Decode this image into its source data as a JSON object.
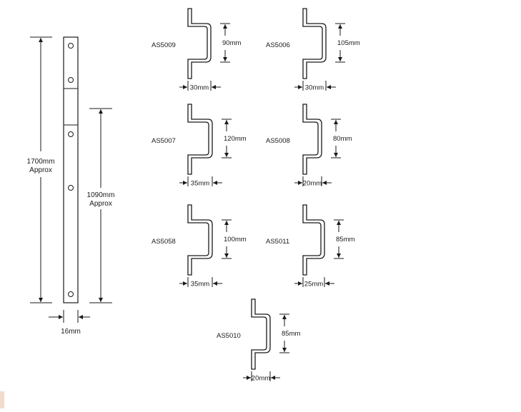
{
  "bar": {
    "total_length_text": [
      "1700mm",
      "Approx"
    ],
    "keeper_length_text": [
      "1090mm",
      "Approx"
    ],
    "width_text": "16mm"
  },
  "keepers": [
    {
      "code": "AS5009",
      "height": "90mm",
      "width": "30mm"
    },
    {
      "code": "AS5006",
      "height": "105mm",
      "width": "30mm"
    },
    {
      "code": "AS5007",
      "height": "120mm",
      "width": "35mm"
    },
    {
      "code": "AS5008",
      "height": "80mm",
      "width": "20mm"
    },
    {
      "code": "AS5058",
      "height": "100mm",
      "width": "35mm"
    },
    {
      "code": "AS5011",
      "height": "85mm",
      "width": "25mm"
    },
    {
      "code": "AS5010",
      "height": "85mm",
      "width": "20mm"
    }
  ],
  "colors": {
    "line": "#1a1a1a",
    "accent": "#f3dccb"
  }
}
